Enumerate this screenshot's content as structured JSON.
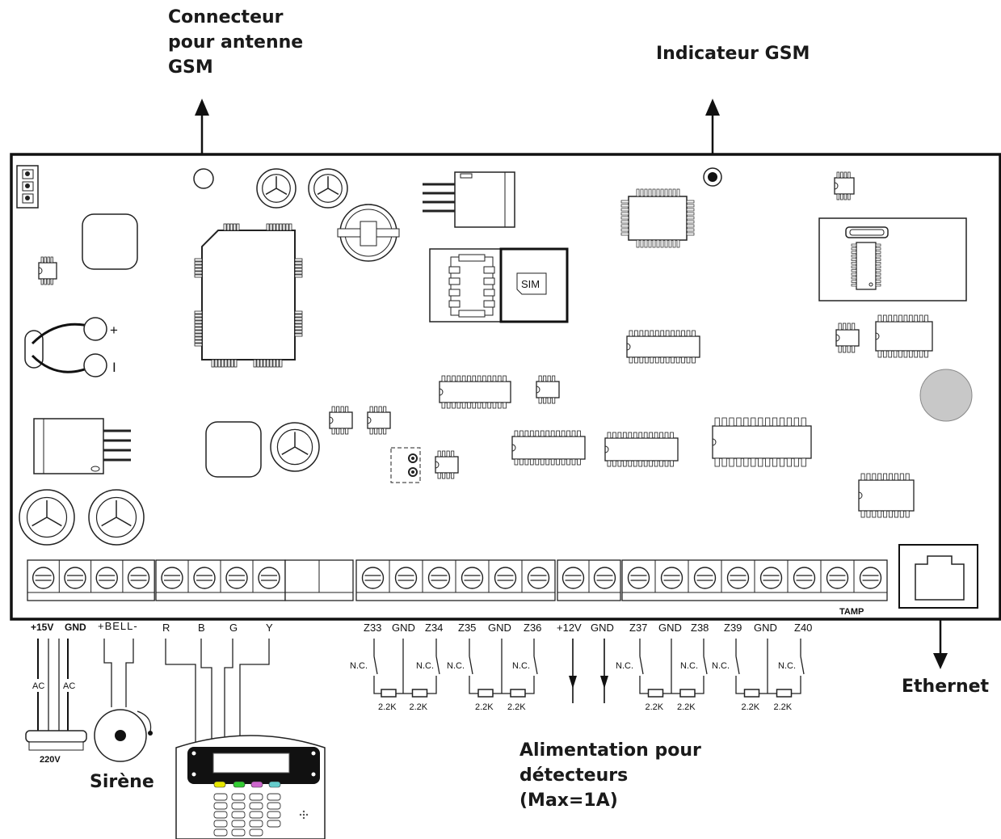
{
  "callouts": {
    "antenna": [
      "Connecteur",
      "pour antenne",
      "GSM"
    ],
    "gsm_indicator": "Indicateur GSM",
    "ethernet": "Ethernet",
    "siren": "Sirène",
    "power": [
      "Alimentation pour",
      "détecteurs",
      "(Max=1A)"
    ]
  },
  "board": {
    "sim_label": "SIM",
    "tamp_label": "TAMP",
    "plus_label": "+",
    "minus_label": "I"
  },
  "terminals": {
    "power_in": [
      "+15V",
      "GND"
    ],
    "bell": "+BELL-",
    "keypad_bus": [
      "R",
      "B",
      "G",
      "Y"
    ],
    "zones_a": [
      "Z33",
      "GND",
      "Z34",
      "Z35",
      "GND",
      "Z36"
    ],
    "aux_power": [
      "+12V",
      "GND"
    ],
    "zones_b": [
      "Z37",
      "GND",
      "Z38",
      "Z39",
      "GND",
      "Z40"
    ]
  },
  "wiring": {
    "ac_labels": [
      "AC",
      "AC"
    ],
    "transformer": "220V",
    "nc": "N.C.",
    "resistor": "2.2K"
  },
  "colors": {
    "ink": "#111111",
    "board_border": "#111111",
    "buzzer": "#c8c8c8"
  }
}
